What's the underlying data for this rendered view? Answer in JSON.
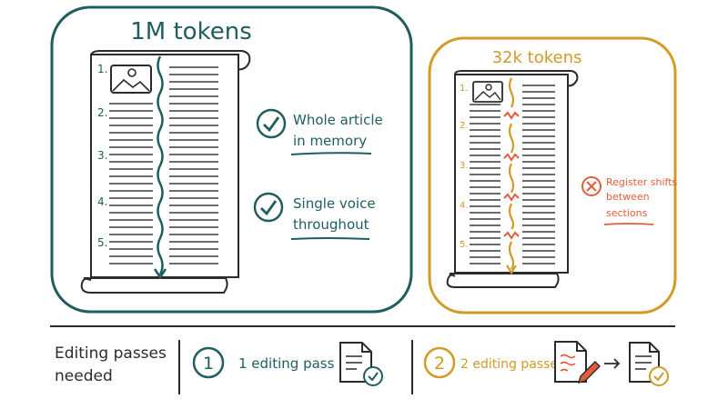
{
  "colors": {
    "teal": "#1f5e5e",
    "gold": "#d29a26",
    "red": "#e25c3c",
    "ink": "#2b2b2b",
    "paper": "#f7f7f3"
  },
  "left_panel": {
    "title": "1M tokens",
    "section_numbers": [
      "1.",
      "2.",
      "3.",
      "4.",
      "5."
    ],
    "benefits": [
      {
        "icon": "check-circle-icon",
        "lines": [
          "Whole article",
          "in memory"
        ]
      },
      {
        "icon": "check-circle-icon",
        "lines": [
          "Single voice",
          "throughout"
        ]
      }
    ]
  },
  "right_panel": {
    "title": "32k tokens",
    "section_numbers": [
      "1.",
      "2.",
      "3.",
      "4.",
      "5."
    ],
    "issue": {
      "icon": "x-circle-icon",
      "lines": [
        "Register shifts",
        "between",
        "sections"
      ]
    }
  },
  "footer": {
    "label_lines": [
      "Editing passes",
      "needed"
    ],
    "option_1": {
      "number": "1",
      "text": "1 editing pass"
    },
    "option_2": {
      "number": "2",
      "text": "2 editing passes"
    }
  }
}
